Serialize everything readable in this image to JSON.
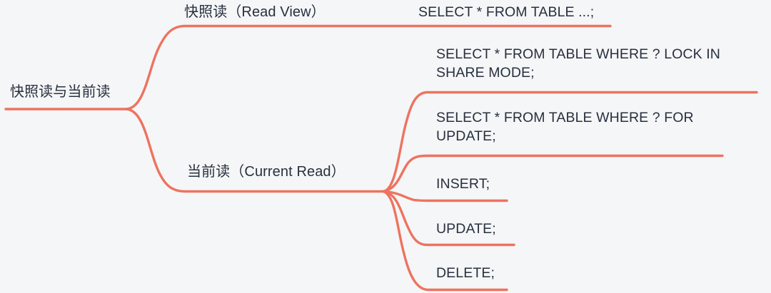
{
  "diagram": {
    "type": "mind-map",
    "orientation": "left-to-right",
    "background_color": "#f5f6f7",
    "line_color": "#ed7360",
    "text_color": "#27303f",
    "root": {
      "label": "快照读与当前读"
    },
    "branches": [
      {
        "label": "快照读（Read View）",
        "children": [
          {
            "label": "SELECT * FROM TABLE ...;"
          }
        ]
      },
      {
        "label": "当前读（Current Read）",
        "children": [
          {
            "label": "SELECT * FROM TABLE WHERE ? LOCK IN SHARE MODE;"
          },
          {
            "label": "SELECT * FROM TABLE WHERE ? FOR UPDATE;"
          },
          {
            "label": "INSERT;"
          },
          {
            "label": "UPDATE;"
          },
          {
            "label": "DELETE;"
          }
        ]
      }
    ]
  }
}
